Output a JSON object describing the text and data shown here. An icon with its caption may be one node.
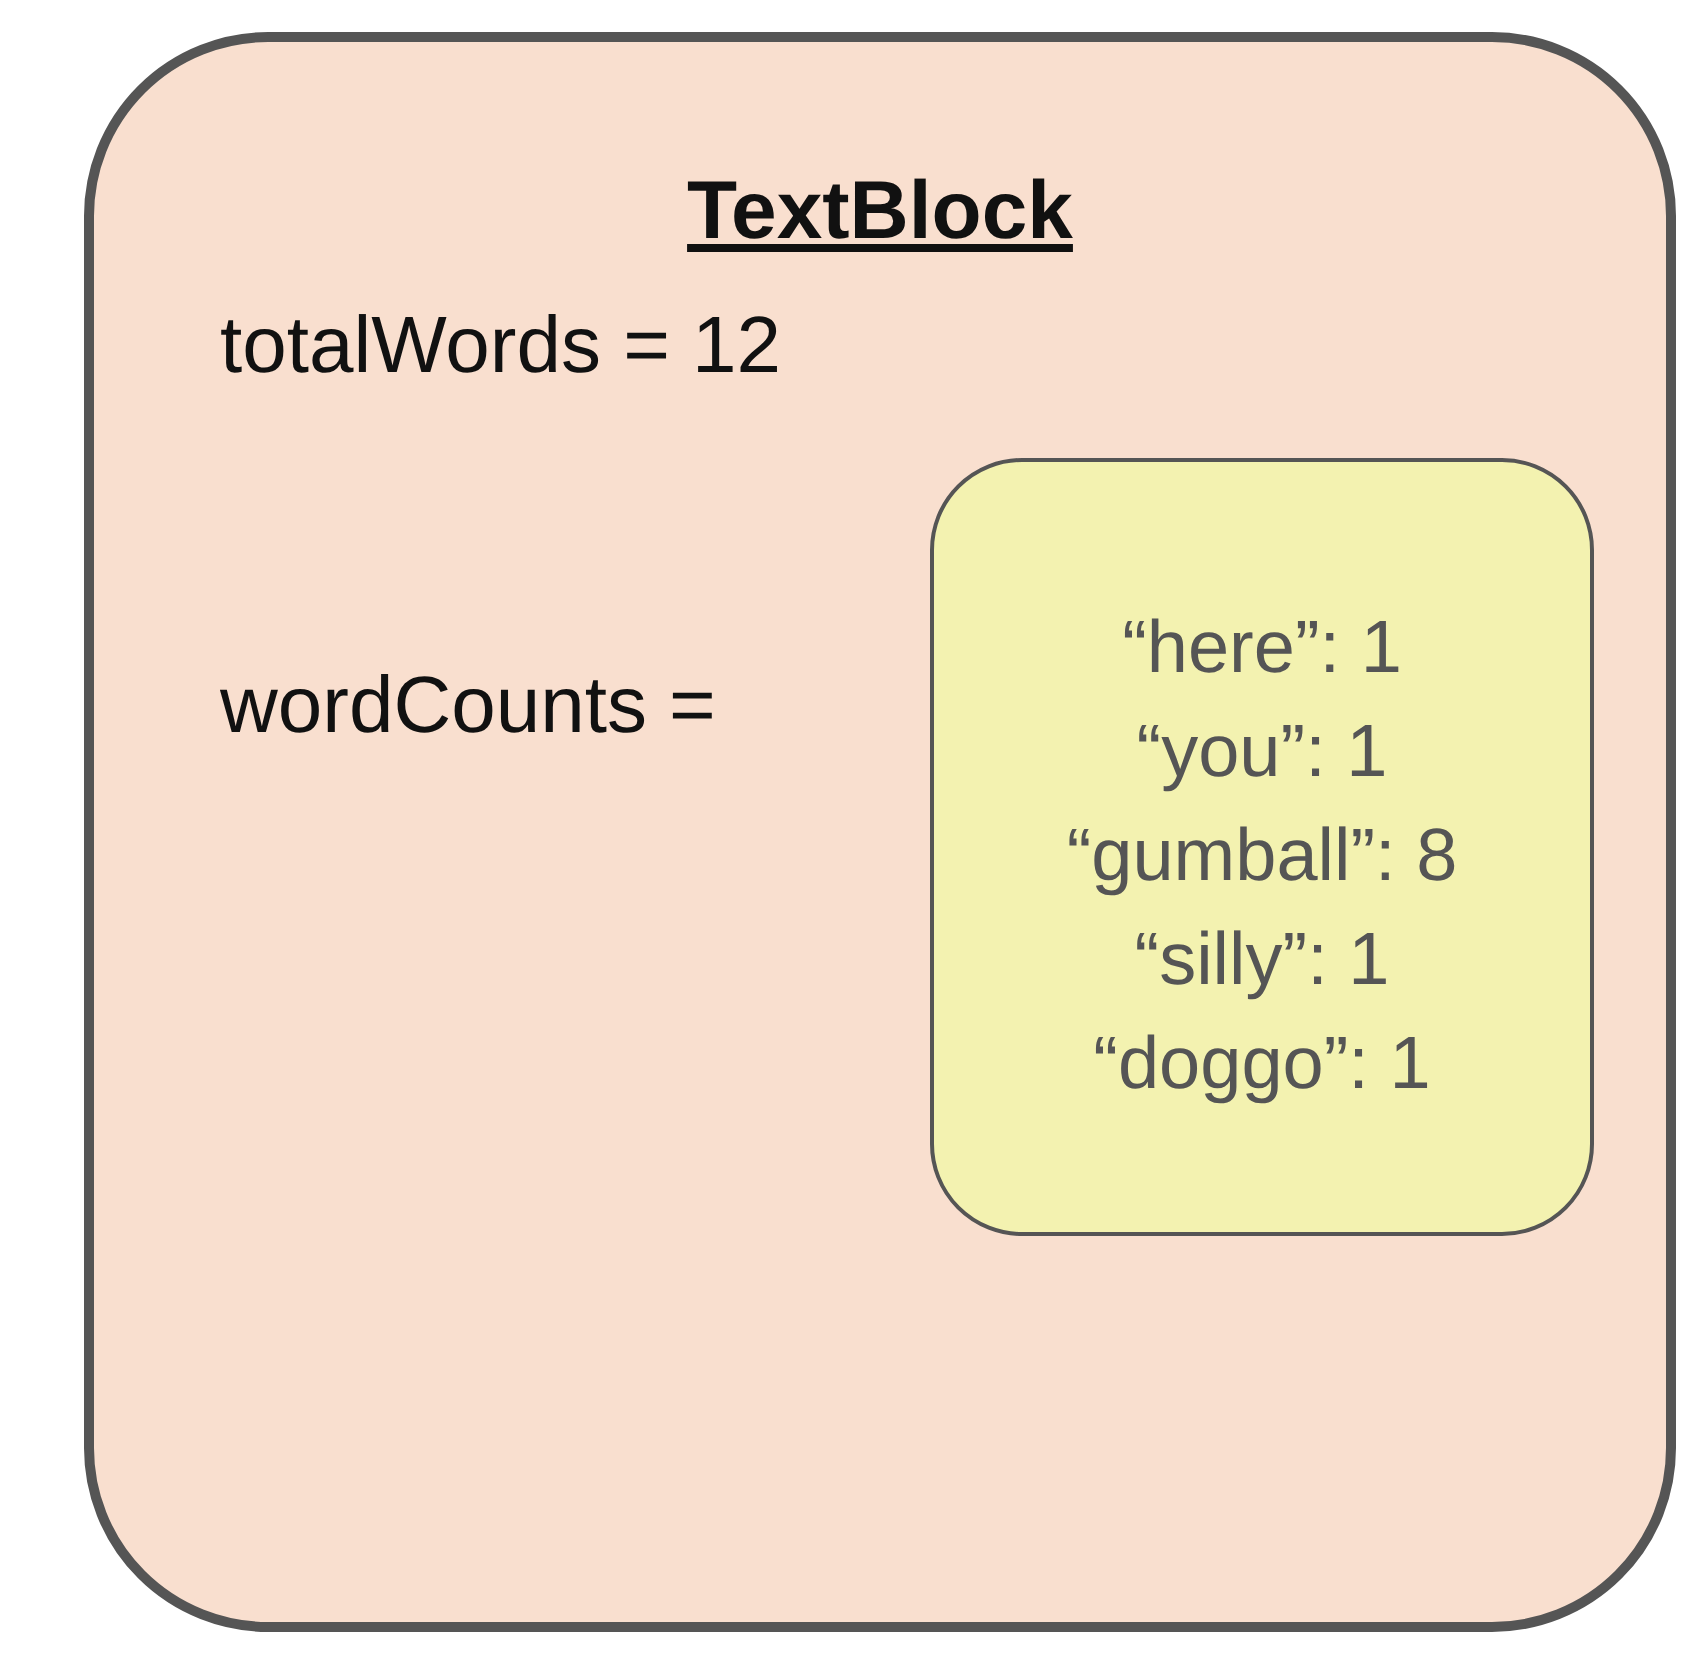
{
  "diagram": {
    "nodes": [
      {
        "text": [
          "TextBlock",
          "totalWords = 12",
          "wordCounts ="
        ]
      },
      {
        "text": [
          "“here”: 1",
          "“you”: 1",
          "“gumball”: 8",
          "“silly”: 1",
          "“doggo”: 1"
        ],
        "in": 0
      }
    ]
  }
}
